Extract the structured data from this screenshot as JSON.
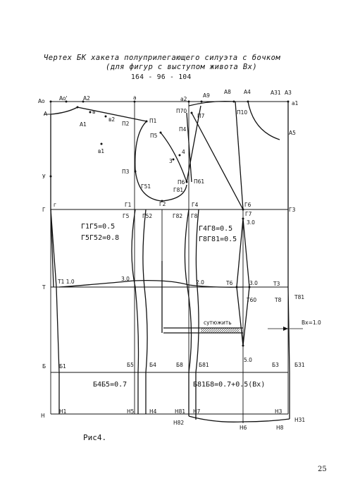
{
  "title_line1": "Чертех БК хакета полуприлегающего силуэта с бочком",
  "title_line2": "(для фигур с выступом живота Вх)",
  "title_line3": "164 - 96 - 104",
  "caption": "Рис4.",
  "page_number": "25",
  "labels": {
    "Ao": "Ao",
    "Ao1": "Ao'",
    "A2": "A2",
    "a": "a",
    "a2": "a2",
    "A9": "A9",
    "A8": "A8",
    "A4": "A4",
    "A31": "A31",
    "A3": "A3",
    "a1": "a1",
    "A": "A",
    "A1": "A1",
    "v": "в",
    "v2": "в2",
    "P2": "П2",
    "P1": "П1",
    "v1": "в1",
    "P70": "П70",
    "P7": "П7",
    "P10": "П10",
    "A5": "A5",
    "P4": "П4",
    "P5": "П5",
    "n4": "4",
    "n3": "3",
    "P6": "П6",
    "P61": "П61",
    "P3": "П3",
    "G51": "Г51",
    "G81": "Г81",
    "U": "У",
    "G": "Г",
    "g": "г",
    "G1": "Г1",
    "G2": "Г2",
    "G4": "Г4",
    "G6": "Г6",
    "G5": "Г5",
    "G52": "Г52",
    "G82": "Г82",
    "G8": "Г8",
    "G7": "Г7",
    "G3": "Г3",
    "v30a": "3.0",
    "f1": "Г1Г5=0.5",
    "f2": "Г5Г52=0.8",
    "f3": "Г4Г8=0.5",
    "f4": "Г8Г81=0.5",
    "T": "Т",
    "T1": "Т1 1.0",
    "v30b": "3.0",
    "v20": "2.0",
    "T6": "Т6",
    "v30c": "3.0",
    "T3": "Т3",
    "T60": "Т60",
    "T8": "Т8",
    "T81": "Т81",
    "sutyuzhit": "сутюжить",
    "vx": "Вх=1.0",
    "v50": "5.0",
    "B": "Б",
    "B1": "Б1",
    "B5": "Б5",
    "B4": "Б4",
    "B8": "Б8",
    "B81": "Б81",
    "B3": "Б3",
    "B31": "Б31",
    "f5": "Б4Б5=0.7",
    "f6": "Б81Б8=0.7+0.5(Вх)",
    "N": "Н",
    "N1": "Н1",
    "N5": "Н5",
    "N4": "Н4",
    "N81": "Н81",
    "N7": "Н7",
    "N3": "Н3",
    "N82": "Н82",
    "N6": "Н6",
    "N8": "Н8",
    "N31": "Н31"
  }
}
